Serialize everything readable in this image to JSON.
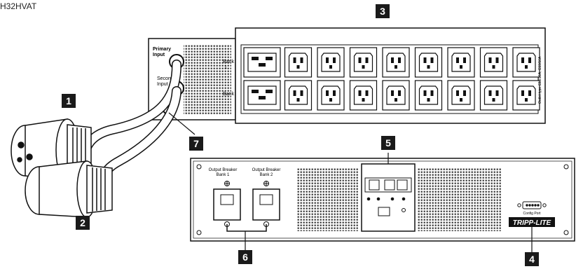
{
  "model": "H32HVAT",
  "callouts": [
    "1",
    "2",
    "3",
    "4",
    "5",
    "6",
    "7"
  ],
  "rear_panel": {
    "primary_input": [
      "Primary",
      "Input"
    ],
    "secondary_input": [
      "Second",
      "Input"
    ],
    "bank_a": "Bank",
    "bank_a_num": "1",
    "bank_b": "Bank",
    "outlet_note": "Outlet type C13/16A, C19/16A"
  },
  "front_panel": {
    "breaker_1": [
      "Output Breaker",
      "Bank 1"
    ],
    "breaker_2": [
      "Output Breaker",
      "Bank 2"
    ],
    "config_port": "Config Port",
    "logo": "TRIPP-LITE"
  },
  "colors": {
    "ink": "#111111",
    "badge": "#1a1a1a",
    "badge_text": "#ffffff",
    "panel": "#ffffff"
  }
}
